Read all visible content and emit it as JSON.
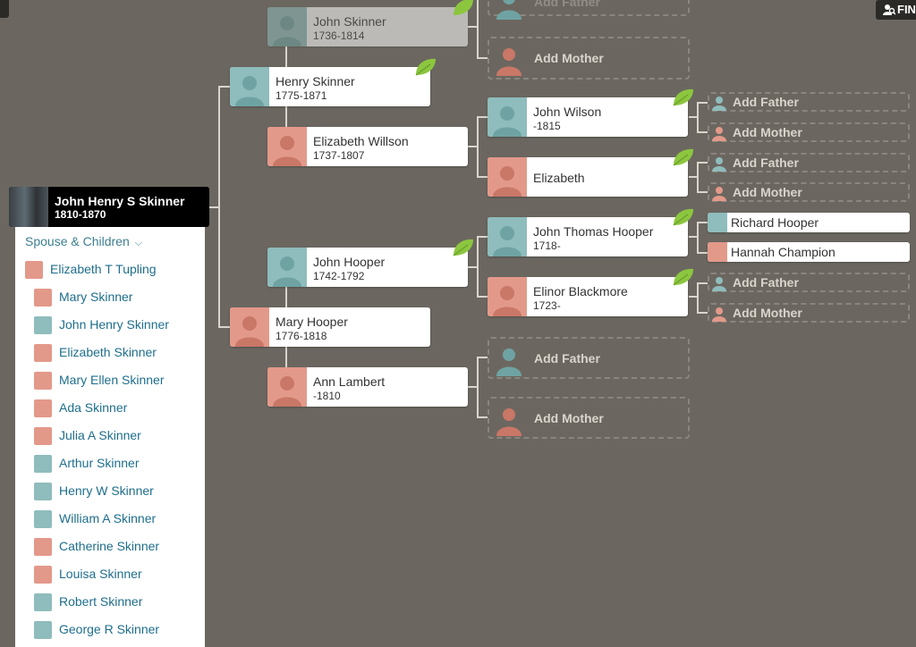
{
  "root_person": {
    "name": "John Henry S Skinner",
    "dates": "1810-1870"
  },
  "find_button": {
    "label": "FIN"
  },
  "spouse_panel": {
    "toggle_label": "Spouse & Children",
    "spouse": {
      "name": "Elizabeth T Tupling",
      "gender": "female"
    },
    "children": [
      {
        "name": "Mary Skinner",
        "gender": "female"
      },
      {
        "name": "John Henry Skinner",
        "gender": "male"
      },
      {
        "name": "Elizabeth Skinner",
        "gender": "female"
      },
      {
        "name": "Mary Ellen Skinner",
        "gender": "female"
      },
      {
        "name": "Ada Skinner",
        "gender": "female"
      },
      {
        "name": "Julia A Skinner",
        "gender": "female"
      },
      {
        "name": "Arthur Skinner",
        "gender": "male"
      },
      {
        "name": "Henry W Skinner",
        "gender": "male"
      },
      {
        "name": "William A Skinner",
        "gender": "male"
      },
      {
        "name": "Catherine Skinner",
        "gender": "female"
      },
      {
        "name": "Louisa Skinner",
        "gender": "female"
      },
      {
        "name": "Robert Skinner",
        "gender": "male"
      },
      {
        "name": "George R Skinner",
        "gender": "male"
      }
    ]
  },
  "tree": {
    "gen1": {
      "father": {
        "name": "Henry Skinner",
        "dates": "1775-1871",
        "hint": true
      },
      "mother": {
        "name": "Mary Hooper",
        "dates": "1776-1818",
        "hint": false
      }
    },
    "gen2": {
      "pf": {
        "name": "John Skinner",
        "dates": "1736-1814",
        "hint": true
      },
      "pm": {
        "name": "Elizabeth Willson",
        "dates": "1737-1807",
        "hint": false
      },
      "mf": {
        "name": "John Hooper",
        "dates": "1742-1792",
        "hint": true
      },
      "mm": {
        "name": "Ann Lambert",
        "dates": "-1810",
        "hint": false
      }
    },
    "gen3": {
      "jw": {
        "name": "John Wilson",
        "dates": "-1815",
        "hint": true
      },
      "el": {
        "name": "Elizabeth",
        "dates": "",
        "hint": true
      },
      "jth": {
        "name": "John Thomas Hooper",
        "dates": "1718-",
        "hint": true
      },
      "eb": {
        "name": "Elinor Blackmore",
        "dates": "1723-",
        "hint": true
      }
    },
    "gen4": {
      "rh": {
        "name": "Richard Hooper",
        "gender": "male"
      },
      "hc": {
        "name": "Hannah Champion",
        "gender": "female"
      }
    }
  },
  "add_labels": {
    "add_father": "Add Father",
    "add_mother": "Add Mother",
    "add_father_partial": "Add Father"
  },
  "colors": {
    "background": "#6b6760",
    "male": "#8fbcbc",
    "female": "#e3998a",
    "link": "#1e6e8c",
    "hint_leaf": "#8cc63f"
  }
}
